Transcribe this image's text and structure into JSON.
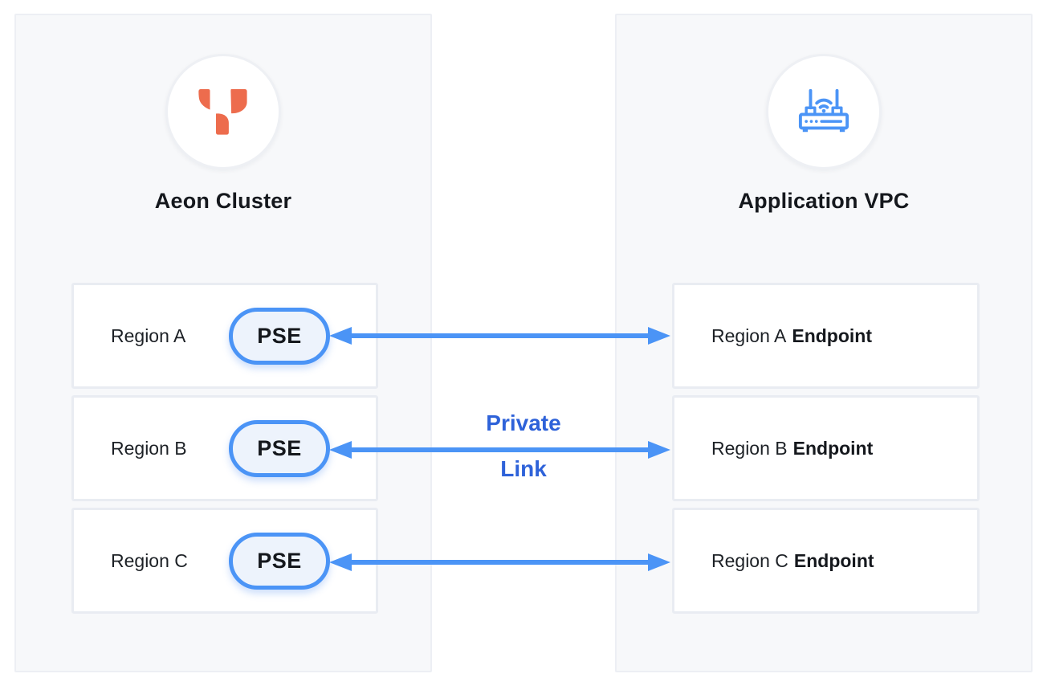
{
  "left_panel": {
    "title": "Aeon Cluster",
    "icon": "aeon-logo-icon",
    "regions": [
      {
        "label": "Region A",
        "badge": "PSE"
      },
      {
        "label": "Region B",
        "badge": "PSE"
      },
      {
        "label": "Region C",
        "badge": "PSE"
      }
    ]
  },
  "right_panel": {
    "title": "Application VPC",
    "icon": "router-icon",
    "regions": [
      {
        "label": "Region A",
        "suffix": "Endpoint"
      },
      {
        "label": "Region B",
        "suffix": "Endpoint"
      },
      {
        "label": "Region C",
        "suffix": "Endpoint"
      }
    ]
  },
  "connection": {
    "label_line1": "Private",
    "label_line2": "Link",
    "arrow_style": "double-headed",
    "arrow_count": 3
  },
  "colors": {
    "accent_blue": "#4b94f6",
    "link_label_blue": "#2e62d9",
    "logo_orange": "#ed6c4d",
    "panel_background": "#f7f8fa",
    "panel_border": "#edeff4",
    "box_border": "#e9ecf2",
    "pill_background": "#edf3fc",
    "text_dark": "#15181d"
  }
}
